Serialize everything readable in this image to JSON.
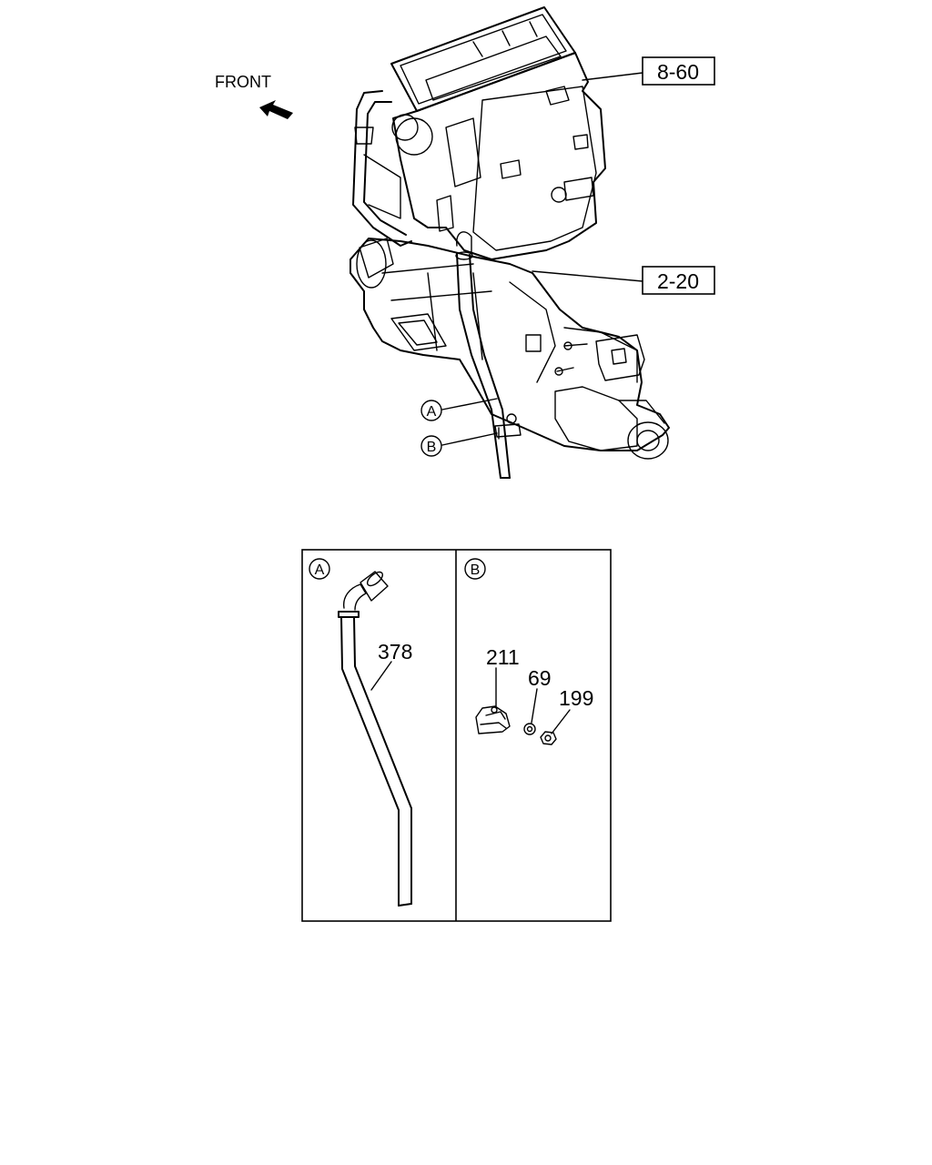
{
  "front_label": "FRONT",
  "callouts": {
    "ref_top": "8-60",
    "ref_mid": "2-20",
    "marker_a": "A",
    "marker_b": "B"
  },
  "detail_a": {
    "title": "A",
    "part_tube": "378"
  },
  "detail_b": {
    "title": "B",
    "part_clip": "211",
    "part_washer": "69",
    "part_nut": "199"
  }
}
